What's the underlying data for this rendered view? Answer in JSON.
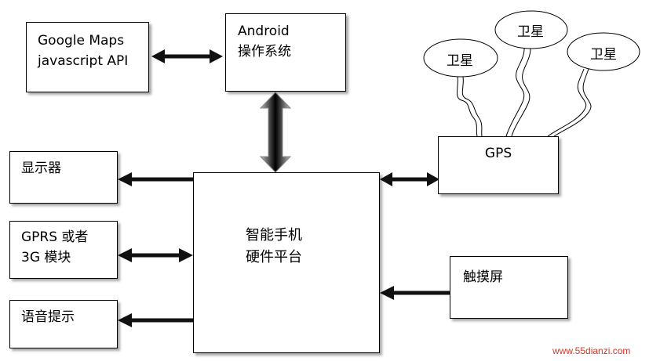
{
  "diagram": {
    "google_maps": {
      "line1": "Google  Maps",
      "line2": "javascript API"
    },
    "android": {
      "line1": "Android",
      "line2": "操作系统"
    },
    "satellites": [
      "卫星",
      "卫星",
      "卫星"
    ],
    "gps": "GPS",
    "display": "显示器",
    "gprs": {
      "line1": "GPRS 或者",
      "line2": "3G 模块"
    },
    "voice": "语音提示",
    "platform": {
      "line1": "智能手机",
      "line2": "硬件平台"
    },
    "touchscreen": "触摸屏"
  },
  "watermark": "www.55dianzi.com",
  "colors": {
    "watermark": "#d13a2a",
    "arrow": "#111111"
  }
}
